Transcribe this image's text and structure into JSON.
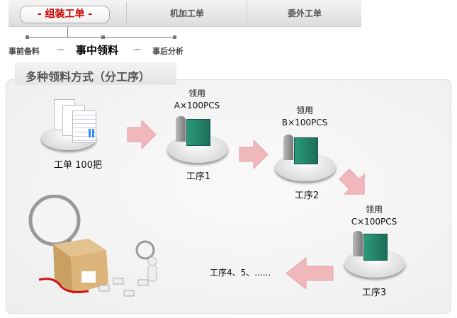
{
  "tabs": [
    {
      "label": "-  组装工单  -",
      "active": true
    },
    {
      "label": "机加工单"
    },
    {
      "label": "委外工单"
    }
  ],
  "steps": [
    {
      "label": "事前备料"
    },
    {
      "label": "事中领料",
      "active": true
    },
    {
      "label": "事后分析"
    }
  ],
  "step_separator": "—",
  "section_title": "多种领料方式（分工序）",
  "work_order_label": "工单 100把",
  "processes": [
    {
      "use": "领用",
      "qty": "A×100PCS",
      "name": "工序1"
    },
    {
      "use": "领用",
      "qty": "B×100PCS",
      "name": "工序2"
    },
    {
      "use": "领用",
      "qty": "C×100PCS",
      "name": "工序3"
    }
  ],
  "more_processes": "工序4、5、......",
  "colors": {
    "active_tab": "#cc0000",
    "arrow": "#f0b8bc",
    "building": "#2a9a78"
  }
}
